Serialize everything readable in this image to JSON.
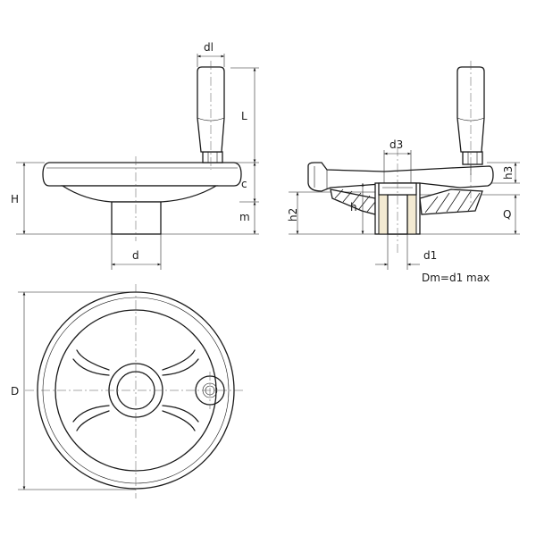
{
  "labels": {
    "dl": "dl",
    "L": "L",
    "c": "c",
    "m": "m",
    "H": "H",
    "d": "d",
    "d3": "d3",
    "h3": "h3",
    "h": "h",
    "h2": "h2",
    "Q": "Q",
    "d1": "d1",
    "D": "D"
  },
  "note": "Dm=d1 max",
  "colors": {
    "line": "#1a1a1a",
    "bushing": "#f3ead2"
  }
}
